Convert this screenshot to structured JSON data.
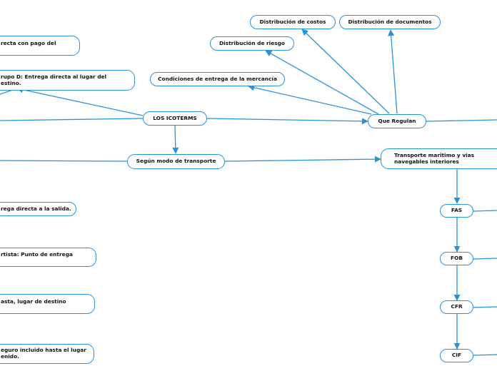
{
  "map": {
    "line_color": "#2a93d5",
    "nodes": {
      "los_icoterms": "LOS ICOTERMS",
      "que_regulan": "Que Regulan",
      "segun_modo": "Según modo de transporte",
      "condiciones": "Condiciones de entrega de la mercancía",
      "dist_riesgo": "Distribución de riesgo",
      "dist_costos": "Distribución de costos",
      "dist_documentos": "Distribución de documentos",
      "transporte_maritimo": "Transporte maritimo y vias navegables interiores",
      "fas": "FAS",
      "fob": "FOB",
      "cfr": "CFR",
      "cif": "CIF",
      "left_1": "recta con pago del",
      "left_grupo_d": "rupo D: Entrega directa al lugar del estino.",
      "left_salida": "rega directa a la salida.",
      "left_punto": "rtista: Punto de entrega",
      "left_destino": "asta, lugar de destino",
      "left_seguro": "eguro incluido hasta el lugar enido."
    }
  }
}
